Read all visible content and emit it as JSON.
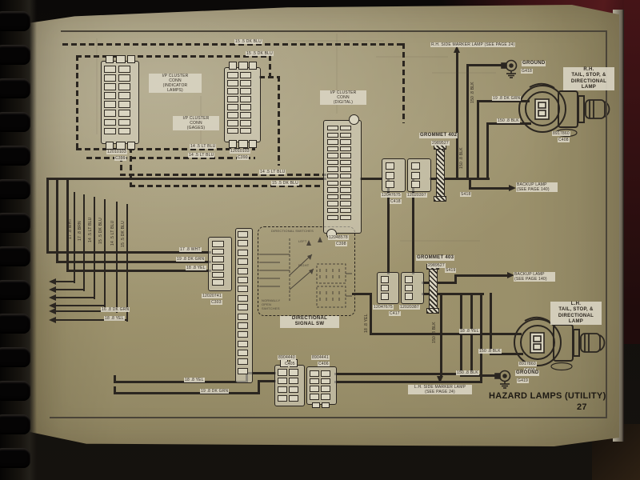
{
  "page": {
    "title": "HAZARD LAMPS (UTILITY)",
    "page_number": "27"
  },
  "clusters": {
    "indicator": {
      "label": "I/P CLUSTER\nCONN\n(INDICATOR\nLAMPS)",
      "part": "12010103",
      "conn": "C399"
    },
    "gages": {
      "label": "I/P CLUSTER\nCONN\n(GAGES)",
      "part": "12010103",
      "conn": "C390"
    },
    "digital": {
      "label": "I/P CLUSTER\nCONN\n(DIGITAL)",
      "part": "12048578",
      "conn": "C398"
    }
  },
  "switch": {
    "label": "DIRECTIONAL\nSIGNAL SW",
    "internal_top": "DIRECTIONAL SWITCHES",
    "internal_left": "LEFT",
    "internal_right": "RIGHT",
    "internal_bottom": "NORMALLY\nOPEN\nSWITCHES",
    "conn_part": "12020741",
    "conn": "C303"
  },
  "grommets": {
    "g402": {
      "label": "GROMMET 402",
      "part": "2989527",
      "conn_a": "12047675",
      "conn_a_id": "C418",
      "conn_b": "12020397",
      "splice": "S418"
    },
    "g403": {
      "label": "GROMMET 403",
      "part": "2989527",
      "conn_a": "12047675",
      "conn_b": "12020387",
      "conn_id": "C417",
      "splice": "S419"
    }
  },
  "lamps": {
    "rh": {
      "label": "R.H.\nTAIL, STOP, &\nDIRECTIONAL\nLAMP",
      "part": "8917860",
      "conn": "C408"
    },
    "lh": {
      "label": "L.H.\nTAIL, STOP, &\nDIRECTIONAL\nLAMP",
      "part": "8917860",
      "conn": "C409"
    },
    "rh_marker": "R.H. SIDE MARKER LAMP  (SEE PAGE 24)",
    "lh_marker": "L.H. SIDE MARKER LAMP\n(SEE PAGE 24)",
    "backup_1": "BACKUP LAMP\n(SEE PAGE 140)",
    "backup_2": "BACKUP LAMP\n(SEE PAGE 140)"
  },
  "grounds": {
    "g418": {
      "label": "GROUND",
      "id": "G418"
    },
    "g419": {
      "label": "GROUND",
      "id": "G419"
    }
  },
  "bottom_conns": {
    "c405": {
      "part": "8904440",
      "conn": "C405"
    },
    "c406": {
      "part": "8904441",
      "conn": "C406"
    }
  },
  "wires": {
    "top_dkblu_1": "15 .5 DK BLU",
    "top_dkblu_2": "15 .5 DK BLU",
    "ltblu_a": "14 .5 LT BLU",
    "ltblu_b": "14 .5 LT BLU",
    "ltblu_mid": "14 .5 LT BLU",
    "dkblu_mid": "15 .5 DK BLU",
    "rot_wht": "17 .8 WHT",
    "rot_brn": "17 .8 BRN",
    "rot_ltblu_1": "14 .5 LT BLU",
    "rot_dkblu_1": "15 .5 DK BLU",
    "rot_ltblu_2": "14 .5 LT BLU",
    "rot_dkblu_2": "15 .5 DK BLU",
    "wht_sw": "17 .8 WHT",
    "dkgrn_sw": "19 .8 DK GRN",
    "yel_sw": "18 .8 YEL",
    "dkgrn_left": "16 .8 DK GRN",
    "yel_left": "18 .8 YEL",
    "yel_bottom": "18 .8 YEL",
    "dkgrn_bottom": "19 .8 DK GRN",
    "dkgrn_rh": "19 .8 DK GRN",
    "blk_rh": "150 .8 BLK",
    "blk_rot_upper": "150 .8 BLK",
    "blk_rot_grommet": "150 .8 BLK",
    "yel_rot": "18 .8 YEL",
    "blk_rot_lh": "150 .8 BLK",
    "yel_lh": "18 .8 YEL",
    "blk_lh": "150 .8 BLK",
    "blk_gnd": "150 .8 BLK"
  },
  "colors": {
    "ink": "#2b2620",
    "paper": "#d8d3bf",
    "backdrop": "#0e0c0a",
    "maroon": "#451518"
  }
}
